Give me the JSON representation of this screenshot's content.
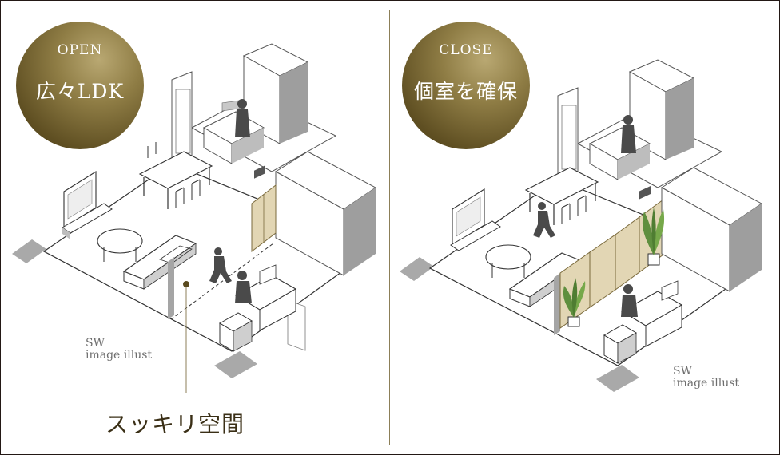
{
  "left_panel": {
    "badge": {
      "title": "OPEN",
      "subtitle": "広々LDK"
    },
    "credit": {
      "line1": "SW",
      "line2": "image illust"
    },
    "caption": "スッキリ空間"
  },
  "right_panel": {
    "badge": {
      "title": "CLOSE",
      "subtitle": "個室を確保"
    },
    "credit": {
      "line1": "SW",
      "line2": "image illust"
    }
  },
  "colors": {
    "badge_gold": "#8f7d45",
    "partition_beige": "#e2d6b4",
    "room_gray": "#a9a9a9",
    "caption_brown": "#3a2f16",
    "divider_gold": "#8c7f58"
  }
}
